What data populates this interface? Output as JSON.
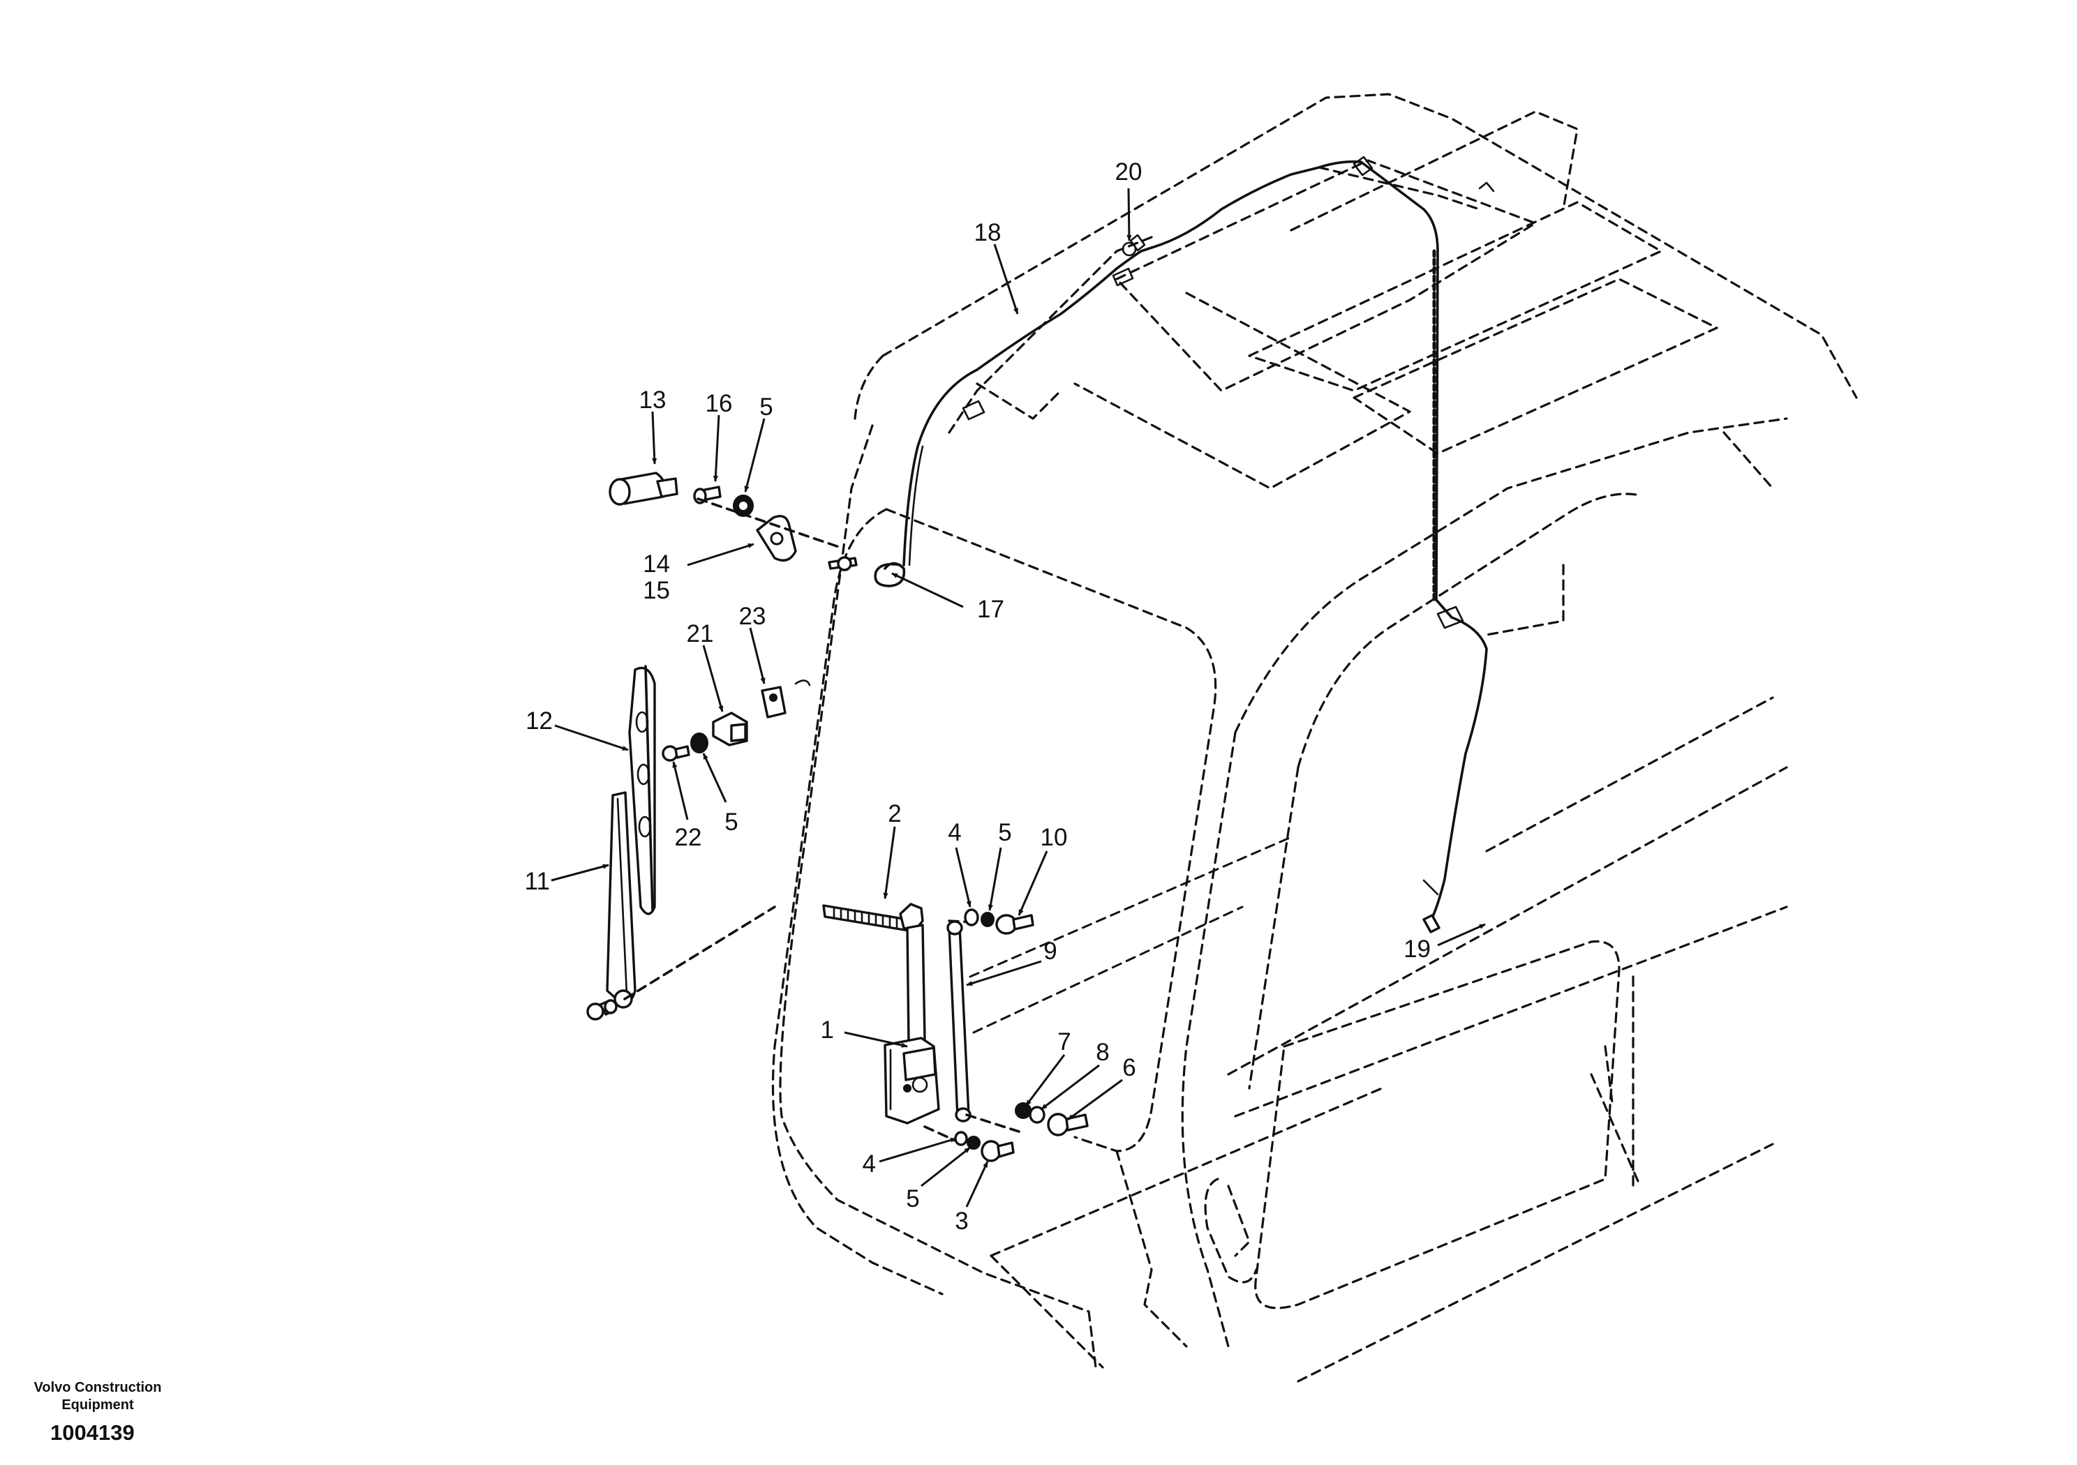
{
  "footer": {
    "brand": "Volvo Construction Equipment",
    "document_number": "1004139"
  },
  "callouts": [
    "1",
    "2",
    "3",
    "4",
    "5",
    "6",
    "7",
    "8",
    "9",
    "10",
    "11",
    "12",
    "13",
    "14",
    "15",
    "16",
    "17",
    "18",
    "19",
    "20",
    "21",
    "22",
    "23"
  ]
}
